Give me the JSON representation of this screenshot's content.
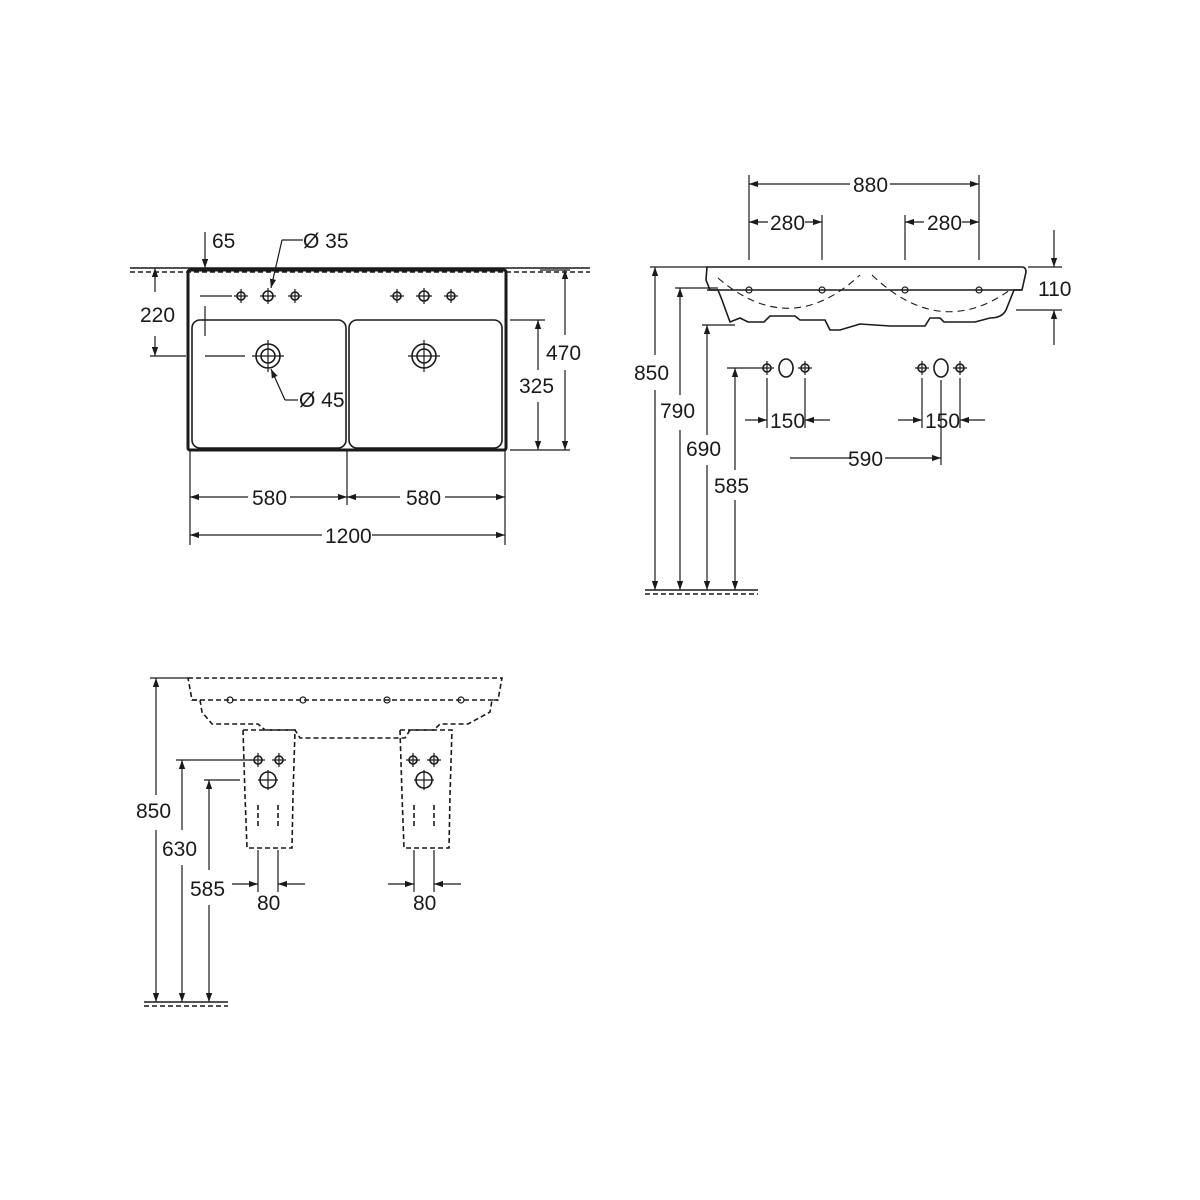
{
  "top_view": {
    "dim_65": "65",
    "dim_dia_35": "Ø 35",
    "dim_220": "220",
    "dim_470": "470",
    "dim_325": "325",
    "dim_dia_45": "Ø 45",
    "dim_580_left": "580",
    "dim_580_right": "580",
    "dim_1200": "1200"
  },
  "side_view": {
    "dim_880": "880",
    "dim_280_left": "280",
    "dim_280_right": "280",
    "dim_110": "110",
    "dim_850": "850",
    "dim_790": "790",
    "dim_690": "690",
    "dim_585": "585",
    "dim_150_left": "150",
    "dim_150_right": "150",
    "dim_590": "590"
  },
  "front_view": {
    "dim_850": "850",
    "dim_630": "630",
    "dim_585": "585",
    "dim_80_left": "80",
    "dim_80_right": "80"
  }
}
